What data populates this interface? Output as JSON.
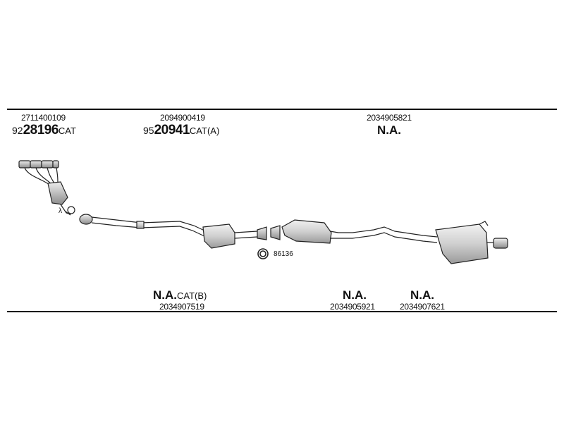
{
  "top_row": [
    {
      "part_number": "2711400109",
      "prefix": "92",
      "ref": "28196",
      "suffix": "CAT"
    },
    {
      "part_number": "2094900419",
      "prefix": "95",
      "ref": "20941",
      "suffix": "CAT(A)"
    },
    {
      "part_number": "2034905821",
      "prefix": "",
      "ref": "N.A.",
      "suffix": ""
    }
  ],
  "bottom_row": [
    {
      "ref": "N.A.",
      "suffix": "CAT(B)",
      "part_number": "2034907519"
    },
    {
      "ref": "N.A.",
      "suffix": "",
      "part_number": "2034905921"
    },
    {
      "ref": "N.A.",
      "suffix": "",
      "part_number": "2034907621"
    }
  ],
  "gasket_label": "86136",
  "sensor_label": "λ"
}
